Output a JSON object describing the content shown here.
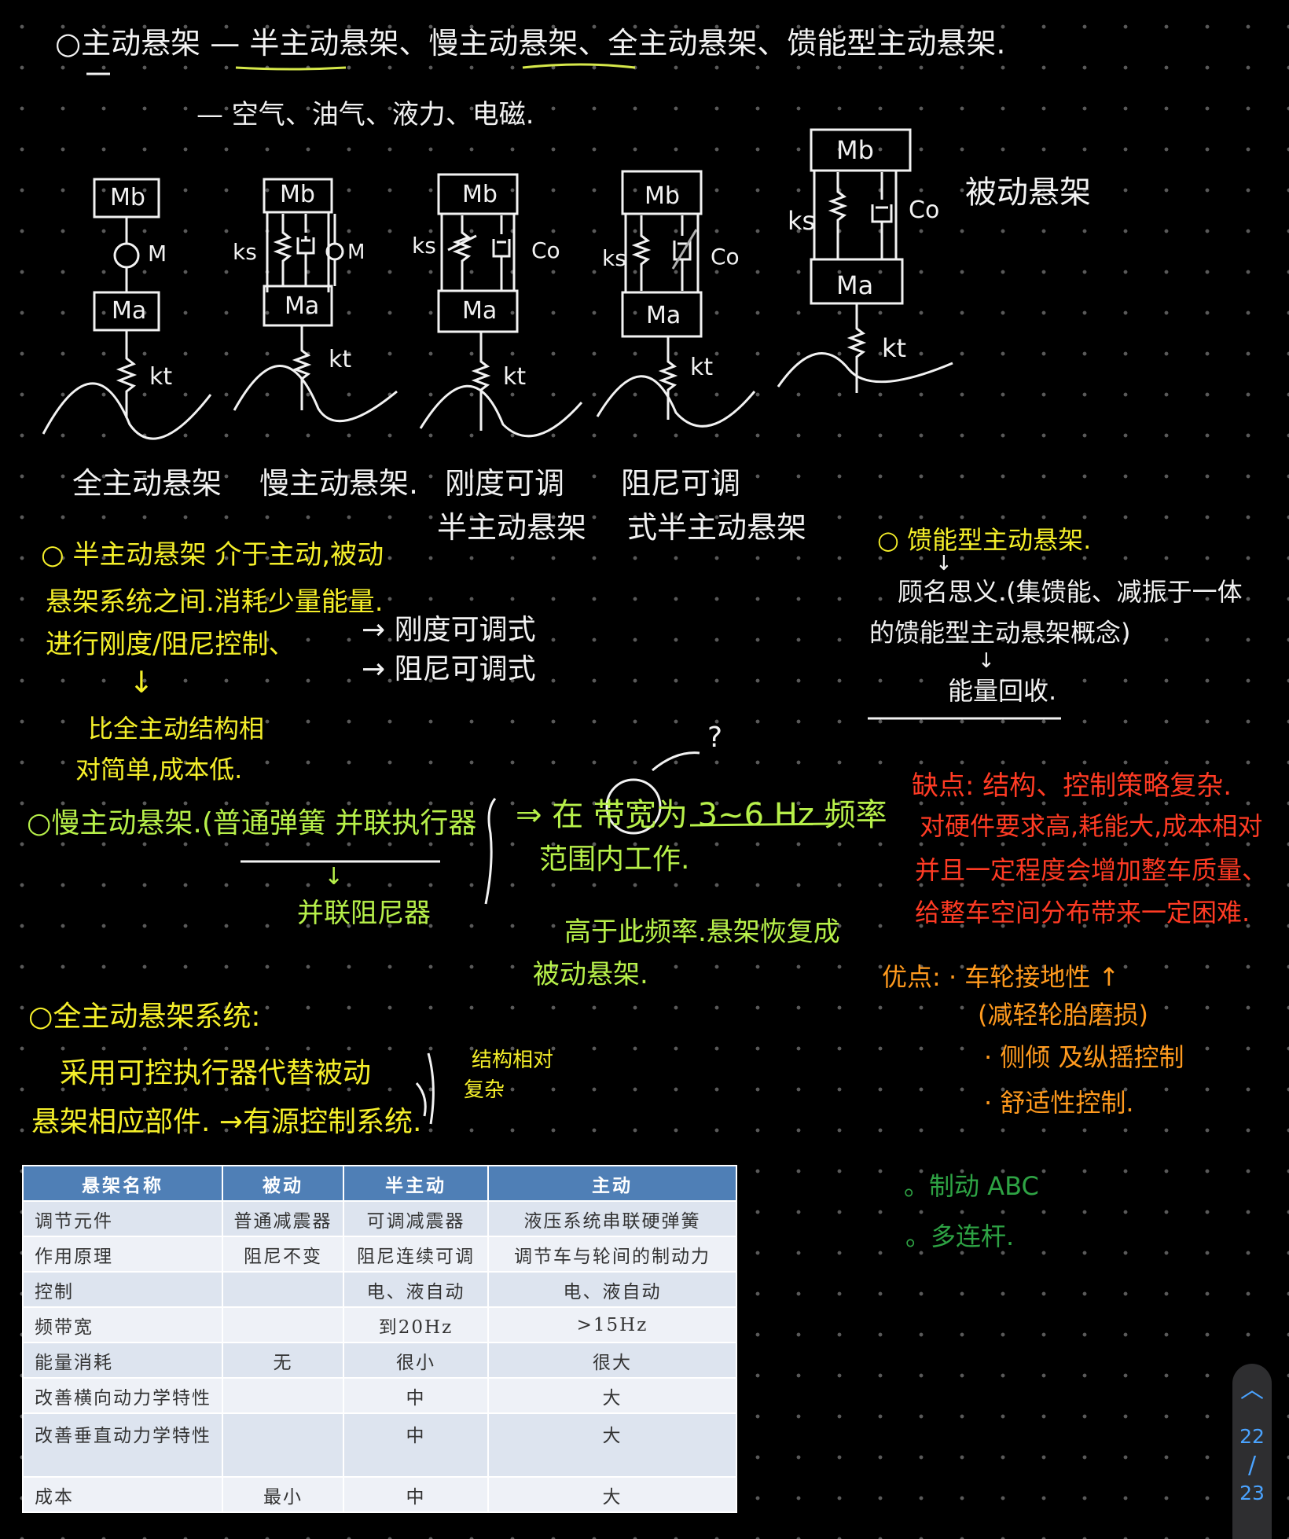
{
  "top": {
    "line1": "○主动悬架 — 半主动悬架、慢主动悬架、全主动悬架、馈能型主动悬架.",
    "line2": "— 空气、油气、液力、电磁."
  },
  "diagrams": {
    "mb": "Mb",
    "ma": "Ma",
    "kt": "kt",
    "ks": "ks",
    "m": "M",
    "co": "Co",
    "caption1": "全主动悬架",
    "caption2": "慢主动悬架.",
    "caption3a": "刚度可调",
    "caption3b": "半主动悬架",
    "caption4a": "阻尼可调",
    "caption4b": "式半主动悬架",
    "passive_label": "被动悬架"
  },
  "semi": {
    "l1": "○ 半主动悬架 介于主动,被动",
    "l2": "悬架系统之间.消耗少量能量.",
    "l3": "进行刚度/阻尼控制、",
    "arrow1": "→ 刚度可调式",
    "arrow2": "→ 阻尼可调式",
    "down": "↓",
    "n1": "比全主动结构相",
    "n2": "对简单,成本低."
  },
  "slow": {
    "l1": "○慢主动悬架.(普通弹簧 并联执行器",
    "down": "↓",
    "l2": "并联阻尼器",
    "r1": "⇒ 在 带宽为 3~6 Hz 频率",
    "r2": "范围内工作.",
    "r3": "高于此频率.悬架恢复成",
    "r4": "被动悬架.",
    "q": "?"
  },
  "full": {
    "l1": "○全主动悬架系统:",
    "l2": "采用可控执行器代替被动",
    "l3": "悬架相应部件. →有源控制系统.",
    "side1": "结构相对",
    "side2": "复杂"
  },
  "regen": {
    "l1": "○ 馈能型主动悬架.",
    "down": "↓",
    "l2": "顾名思义.(集馈能、减振于一体",
    "l3": "的馈能型主动悬架概念)",
    "down2": "↓",
    "l4": "能量回收."
  },
  "cons": {
    "l1": "缺点: 结构、控制策略复杂.",
    "l2": "对硬件要求高,耗能大,成本相对",
    "l3": "并且一定程度会增加整车质量、",
    "l4": "给整车空间分布带来一定困难."
  },
  "pros": {
    "l1": "优点: · 车轮接地性 ↑",
    "l2": "(减轻轮胎磨损)",
    "l3": "· 侧倾 及纵摇控制",
    "l4": "· 舒适性控制."
  },
  "green": {
    "l1": "。制动 ABC",
    "l2": "。多连杆."
  },
  "table": {
    "headers": [
      "悬架名称",
      "被动",
      "半主动",
      "主动"
    ],
    "rows": [
      [
        "调节元件",
        "普通减震器",
        "可调减震器",
        "液压系统串联硬弹簧"
      ],
      [
        "作用原理",
        "阻尼不变",
        "阻尼连续可调",
        "调节车与轮间的制动力"
      ],
      [
        "控制",
        "",
        "电、液自动",
        "电、液自动"
      ],
      [
        "频带宽",
        "",
        "到20Hz",
        ">15Hz"
      ],
      [
        "能量消耗",
        "无",
        "很小",
        "很大"
      ],
      [
        "改善横向动力学特性",
        "",
        "中",
        "大"
      ],
      [
        "改善垂直动力学特性",
        "",
        "中",
        "大"
      ],
      [
        "成本",
        "最小",
        "中",
        "大"
      ]
    ]
  },
  "pager": {
    "current": "22",
    "sep": "/",
    "total": "23"
  },
  "colors": {
    "white": "#f2f2f2",
    "yellow": "#f5ef2a",
    "green": "#b7f04a",
    "red": "#ff3b24",
    "orange": "#ff9a1e",
    "table_header": "#4f7fb6"
  }
}
